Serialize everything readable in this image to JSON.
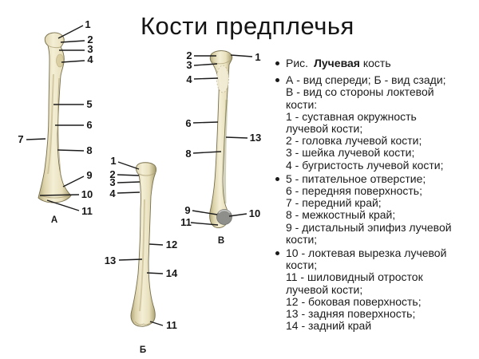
{
  "slide": {
    "title": "Кости предплечья"
  },
  "colors": {
    "bone_fill": "#efe8cb",
    "bone_edge": "#776f4c",
    "notch_gray": "#8e8e8a",
    "text": "#1a1a1a"
  },
  "figures": [
    {
      "name": "А",
      "labels": [
        "1",
        "2",
        "3",
        "4",
        "5",
        "6",
        "7",
        "8",
        "9",
        "10",
        "11"
      ]
    },
    {
      "name": "Б",
      "labels": [
        "1",
        "2",
        "3",
        "4",
        "12",
        "13",
        "14",
        "11"
      ]
    },
    {
      "name": "В",
      "labels": [
        "2",
        "3",
        "4",
        "1",
        "6",
        "13",
        "8",
        "9",
        "10",
        "11"
      ]
    }
  ],
  "legend": {
    "caption": {
      "prefix": "Рис.",
      "bold": "Лучевая",
      "suffix": " кость"
    },
    "group2": [
      "А - вид спереди; Б - вид сзади;",
      "В - вид со стороны локтевой",
      "кости:",
      "1 - суставная окружность",
      "лучевой кости;",
      "2 - головка лучевой кости;",
      "3 - шейка лучевой кости;",
      "4 - бугристость лучевой кости;"
    ],
    "group3": [
      "5 - питательное отверстие;",
      "6 - передняя поверхность;",
      "7 - передний край;",
      "8 - межкостный край;",
      "9 - дистальный эпифиз лучевой",
      "кости;"
    ],
    "group4": [
      "10 - локтевая вырезка лучевой",
      "кости;",
      "11 - шиловидный отросток",
      "лучевой кости;",
      "12 - боковая поверхность;",
      "13 - задняя поверхность;",
      "14 - задний край"
    ]
  }
}
